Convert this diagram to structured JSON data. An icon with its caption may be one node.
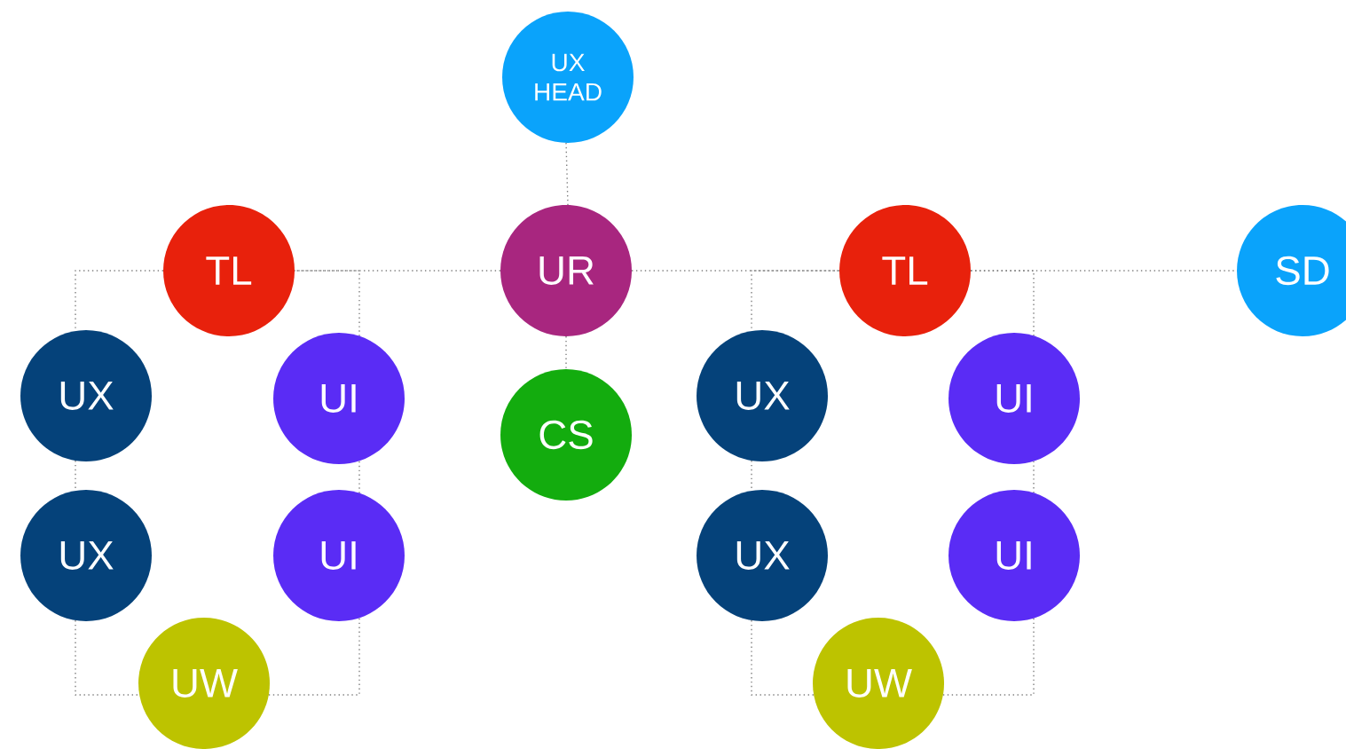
{
  "diagram": {
    "nodes": [
      {
        "text": [
          "UX HEAD"
        ]
      },
      {
        "text": [
          "TL"
        ]
      },
      {
        "text": [
          "UR"
        ]
      },
      {
        "text": [
          "TL"
        ]
      },
      {
        "text": [
          "SD"
        ]
      },
      {
        "text": [
          "UX"
        ]
      },
      {
        "text": [
          "UI"
        ]
      },
      {
        "text": [
          "CS"
        ]
      },
      {
        "text": [
          "UX"
        ]
      },
      {
        "text": [
          "UI"
        ]
      },
      {
        "text": [
          "UX"
        ]
      },
      {
        "text": [
          "UI"
        ]
      },
      {
        "text": [
          "UX"
        ]
      },
      {
        "text": [
          "UI"
        ]
      },
      {
        "text": [
          "UW"
        ]
      },
      {
        "text": [
          "UW"
        ]
      }
    ],
    "edges": [
      {
        "from": 0,
        "to": 2,
        "arrow": "none"
      },
      {
        "from": 2,
        "to": 1,
        "arrow": "none"
      },
      {
        "from": 2,
        "to": 3,
        "arrow": "none"
      },
      {
        "from": 2,
        "to": 7,
        "arrow": "none"
      },
      {
        "from": 3,
        "to": 4,
        "arrow": "none"
      },
      {
        "from": 1,
        "to": 5,
        "arrow": "none"
      },
      {
        "from": 5,
        "to": 10,
        "arrow": "none"
      },
      {
        "from": 10,
        "to": 14,
        "arrow": "none"
      },
      {
        "from": 14,
        "to": 11,
        "arrow": "none"
      },
      {
        "from": 11,
        "to": 6,
        "arrow": "none"
      },
      {
        "from": 6,
        "to": 1,
        "arrow": "none"
      },
      {
        "from": 3,
        "to": 8,
        "arrow": "none"
      },
      {
        "from": 8,
        "to": 12,
        "arrow": "none"
      },
      {
        "from": 12,
        "to": 15,
        "arrow": "none"
      },
      {
        "from": 15,
        "to": 13,
        "arrow": "none"
      },
      {
        "from": 13,
        "to": 9,
        "arrow": "none"
      },
      {
        "from": 9,
        "to": 3,
        "arrow": "none"
      }
    ]
  }
}
